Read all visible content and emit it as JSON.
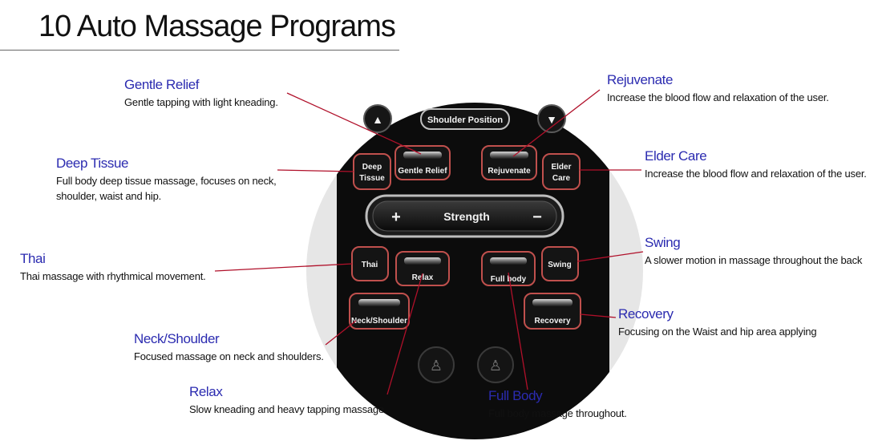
{
  "title": "10 Auto Massage Programs",
  "programs": [
    {
      "name": "Gentle Relief",
      "desc": [
        "Gentle tapping with light kneading."
      ]
    },
    {
      "name": "Deep Tissue",
      "desc": [
        "Full body deep tissue massage, focuses on neck,",
        "shoulder, waist and hip."
      ]
    },
    {
      "name": "Thai",
      "desc": [
        "Thai massage with rhythmical movement."
      ]
    },
    {
      "name": "Neck/Shoulder",
      "desc": [
        "Focused massage on neck and shoulders."
      ]
    },
    {
      "name": "Relax",
      "desc": [
        "Slow kneading and heavy tapping massage."
      ]
    },
    {
      "name": "Rejuvenate",
      "desc": [
        "Increase the blood flow and relaxation of the user."
      ]
    },
    {
      "name": "Elder Care",
      "desc": [
        "Increase the blood flow and relaxation of the user."
      ]
    },
    {
      "name": "Swing",
      "desc": [
        "A slower motion in massage throughout the back"
      ]
    },
    {
      "name": "Recovery",
      "desc": [
        "Focusing on the Waist and hip area applying"
      ]
    },
    {
      "name": "Full Body",
      "desc": [
        "Full body massage throughout."
      ]
    }
  ],
  "remote": {
    "shoulder_position": "Shoulder Position",
    "up_glyph": "▲",
    "down_glyph": "▼",
    "strength": "Strength",
    "plus": "+",
    "minus": "−",
    "buttons": {
      "deep_tissue": [
        "Deep",
        "Tissue"
      ],
      "gentle_relief": "Gentle Relief",
      "rejuvenate": "Rejuvenate",
      "elder_care": [
        "Elder",
        "Care"
      ],
      "thai": "Thai",
      "relax": "Relax",
      "full_body": "Full body",
      "swing": "Swing",
      "neck_shoulder": "Neck/Shoulder",
      "recovery": "Recovery"
    }
  },
  "colors": {
    "label": "#2b2bb0",
    "connector": "#b0102a",
    "remote_body": "#0c0c0c",
    "button_outline": "#c0504d"
  }
}
